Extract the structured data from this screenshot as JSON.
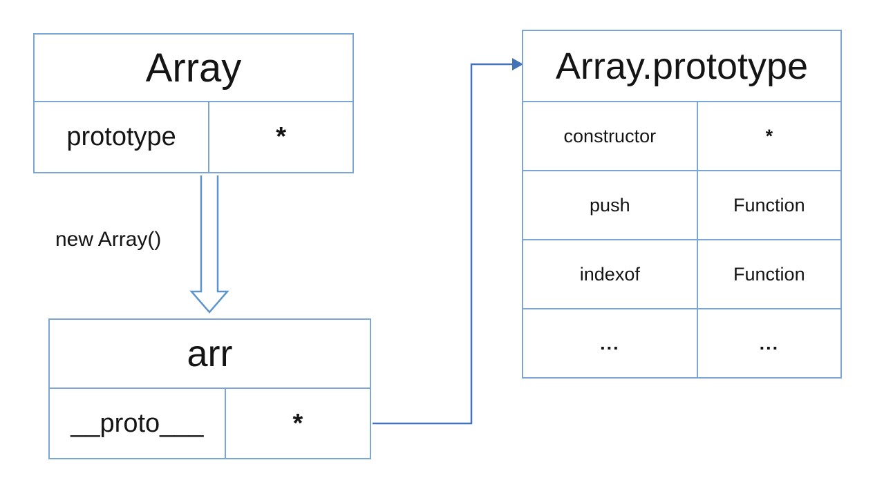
{
  "diagram": {
    "colors": {
      "box_border": "#7aa5d6",
      "hollow_arrow": "#5e94c9",
      "connector": "#4372b8",
      "text": "#141414"
    },
    "edge_label": "new Array()",
    "array_box": {
      "title": "Array",
      "rows": [
        {
          "key": "prototype",
          "value": "*"
        }
      ]
    },
    "instance_box": {
      "title": "arr",
      "rows": [
        {
          "key": "__proto___",
          "value": "*"
        }
      ]
    },
    "prototype_box": {
      "title": "Array.prototype",
      "rows": [
        {
          "key": "constructor",
          "value": "*"
        },
        {
          "key": "push",
          "value": "Function"
        },
        {
          "key": "indexof",
          "value": "Function"
        },
        {
          "key": "...",
          "value": "..."
        }
      ]
    }
  }
}
